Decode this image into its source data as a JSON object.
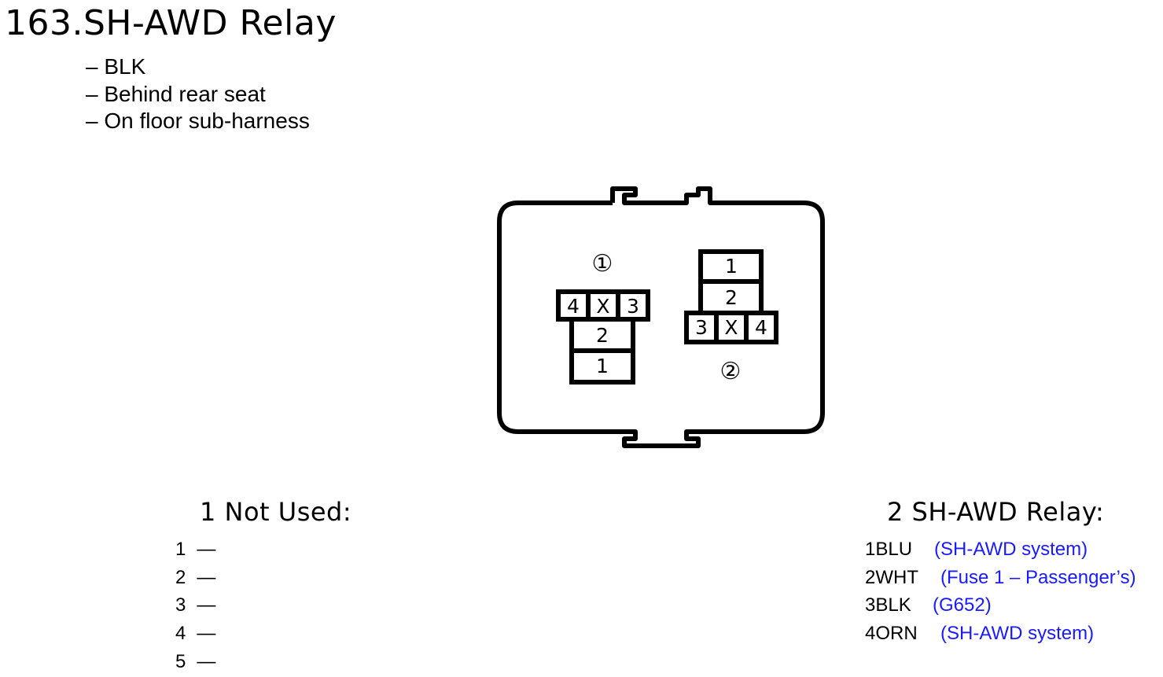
{
  "title": "163.SH-AWD Relay",
  "notes": [
    "– BLK",
    "– Behind rear seat",
    "– On floor sub-harness"
  ],
  "connector1": {
    "marker": "①",
    "top_row": [
      "4",
      "X",
      "3"
    ],
    "middle": "2",
    "bottom": "1"
  },
  "connector2": {
    "marker": "②",
    "top": "1",
    "middle": "2",
    "bottom_row": [
      "3",
      "X",
      "4"
    ]
  },
  "left_section": {
    "heading": "1 Not Used:",
    "pins": [
      {
        "pin": "1",
        "dash": "—"
      },
      {
        "pin": "2",
        "dash": "—"
      },
      {
        "pin": "3",
        "dash": "—"
      },
      {
        "pin": "4",
        "dash": "—"
      },
      {
        "pin": "5",
        "dash": "—"
      }
    ]
  },
  "right_section": {
    "heading": "2 SH-AWD Relay:",
    "pins": [
      {
        "code": "1BLU",
        "desc": "(SH-AWD system)"
      },
      {
        "code": "2WHT",
        "desc": "(Fuse 1 – Passenger’s)"
      },
      {
        "code": "3BLK",
        "desc": "(G652)"
      },
      {
        "code": "4ORN",
        "desc": "(SH-AWD system)"
      }
    ]
  },
  "colors": {
    "description": "#1a1aff",
    "line": "#000000"
  }
}
